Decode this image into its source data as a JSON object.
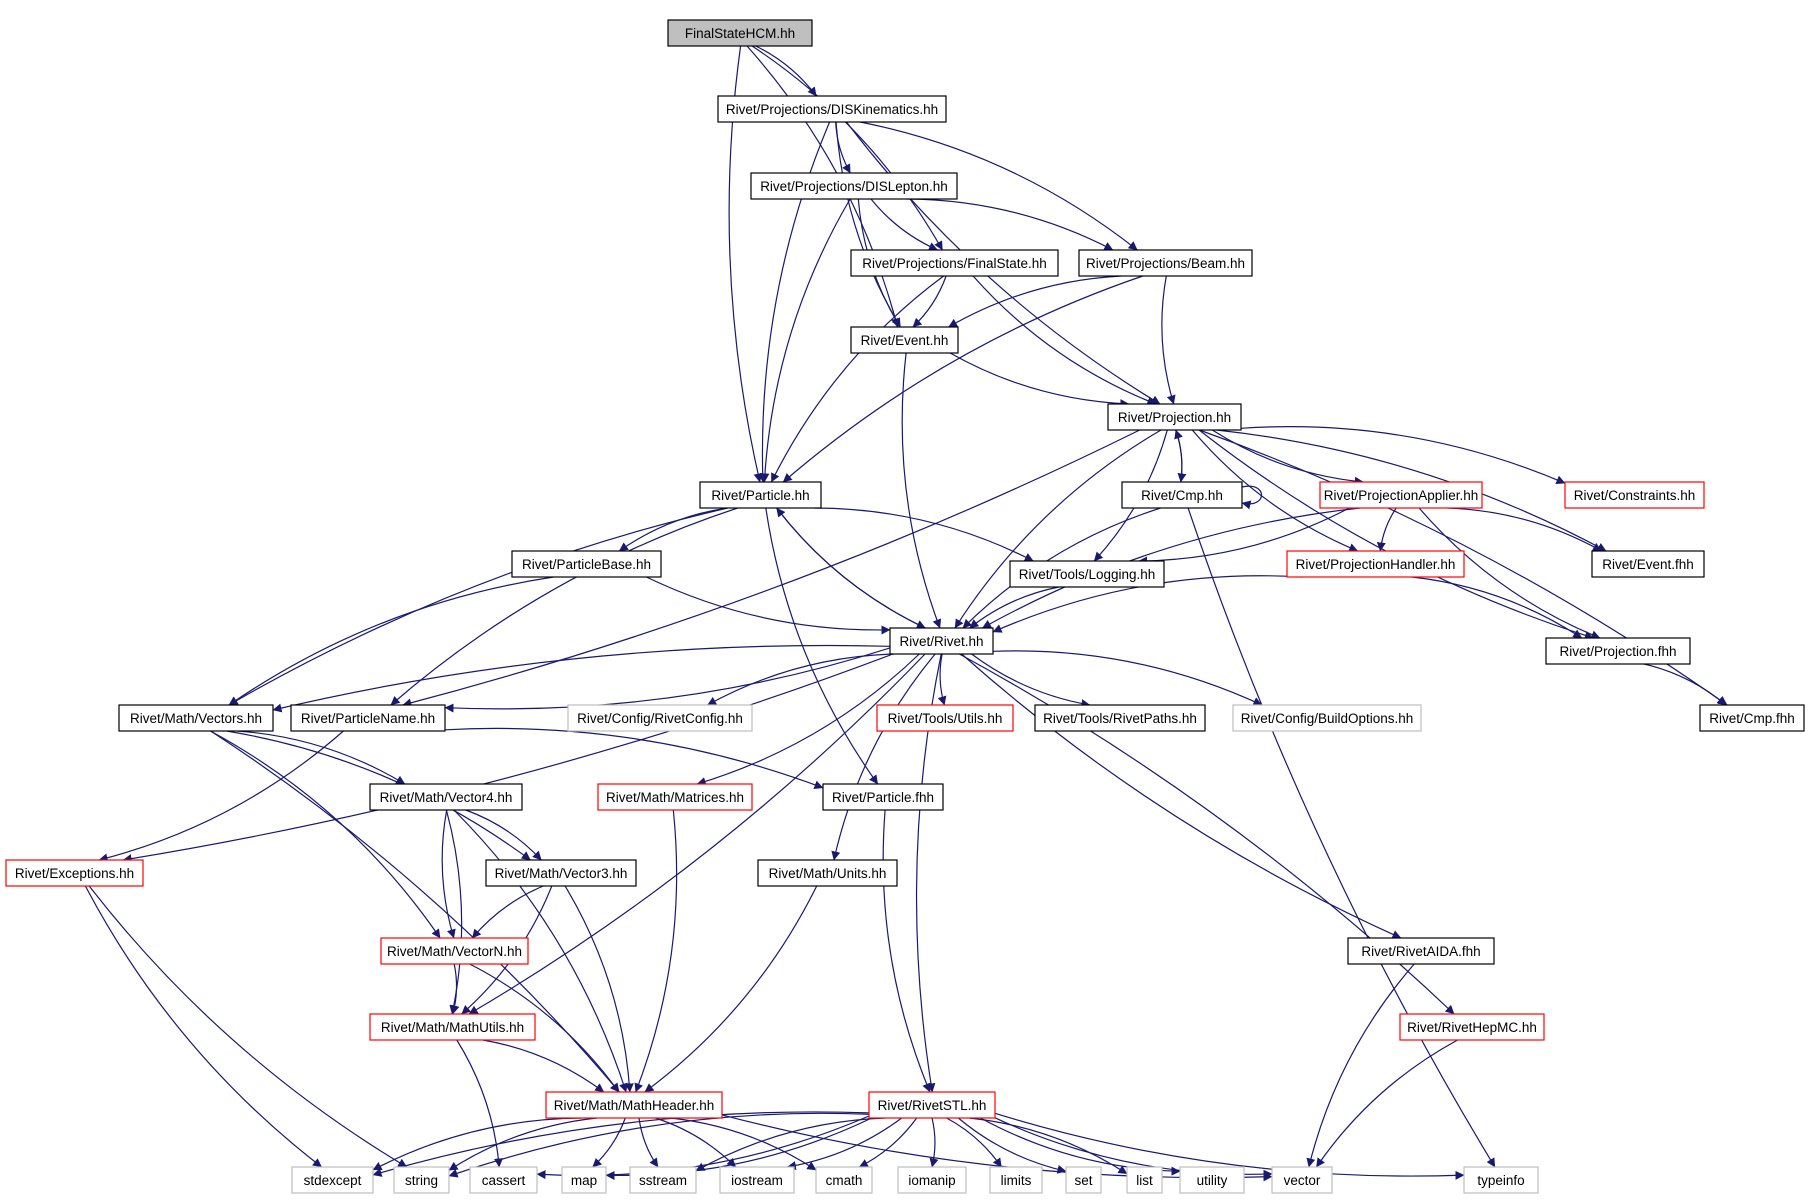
{
  "colors": {
    "edge": "#191970",
    "root_fill": "#bfbfbf",
    "border_default": "#000000",
    "border_red": "#ff0000",
    "border_gray": "#bfbfbf"
  },
  "nodes": {
    "fshcm": {
      "label": "FinalStateHCM.hh",
      "style": "root"
    },
    "dis": {
      "label": "Rivet/Projections/DISKinematics.hh",
      "style": "black"
    },
    "disl": {
      "label": "Rivet/Projections/DISLepton.hh",
      "style": "black"
    },
    "fs": {
      "label": "Rivet/Projections/FinalState.hh",
      "style": "black"
    },
    "beam": {
      "label": "Rivet/Projections/Beam.hh",
      "style": "black"
    },
    "event": {
      "label": "Rivet/Event.hh",
      "style": "black"
    },
    "proj": {
      "label": "Rivet/Projection.hh",
      "style": "black"
    },
    "particle": {
      "label": "Rivet/Particle.hh",
      "style": "black"
    },
    "cmp": {
      "label": "Rivet/Cmp.hh",
      "style": "black"
    },
    "projapp": {
      "label": "Rivet/ProjectionApplier.hh",
      "style": "red"
    },
    "constraints": {
      "label": "Rivet/Constraints.hh",
      "style": "red"
    },
    "pbase": {
      "label": "Rivet/ParticleBase.hh",
      "style": "black"
    },
    "logging": {
      "label": "Rivet/Tools/Logging.hh",
      "style": "black"
    },
    "projhandler": {
      "label": "Rivet/ProjectionHandler.hh",
      "style": "red"
    },
    "eventfhh": {
      "label": "Rivet/Event.fhh",
      "style": "black"
    },
    "rivet": {
      "label": "Rivet/Rivet.hh",
      "style": "black"
    },
    "projfhh": {
      "label": "Rivet/Projection.fhh",
      "style": "black"
    },
    "vectors": {
      "label": "Rivet/Math/Vectors.hh",
      "style": "black"
    },
    "pname": {
      "label": "Rivet/ParticleName.hh",
      "style": "black"
    },
    "rivetconfig": {
      "label": "Rivet/Config/RivetConfig.hh",
      "style": "gray"
    },
    "utils": {
      "label": "Rivet/Tools/Utils.hh",
      "style": "red"
    },
    "rivetpaths": {
      "label": "Rivet/Tools/RivetPaths.hh",
      "style": "black"
    },
    "buildopts": {
      "label": "Rivet/Config/BuildOptions.hh",
      "style": "gray"
    },
    "cmpfhh": {
      "label": "Rivet/Cmp.fhh",
      "style": "black"
    },
    "vector4": {
      "label": "Rivet/Math/Vector4.hh",
      "style": "black"
    },
    "matrices": {
      "label": "Rivet/Math/Matrices.hh",
      "style": "red"
    },
    "particlefhh": {
      "label": "Rivet/Particle.fhh",
      "style": "black"
    },
    "exceptions": {
      "label": "Rivet/Exceptions.hh",
      "style": "red"
    },
    "vector3": {
      "label": "Rivet/Math/Vector3.hh",
      "style": "black"
    },
    "units": {
      "label": "Rivet/Math/Units.hh",
      "style": "black"
    },
    "vectorn": {
      "label": "Rivet/Math/VectorN.hh",
      "style": "red"
    },
    "rivetaida": {
      "label": "Rivet/RivetAIDA.fhh",
      "style": "black"
    },
    "mathutils": {
      "label": "Rivet/Math/MathUtils.hh",
      "style": "red"
    },
    "hepmc": {
      "label": "Rivet/RivetHepMC.hh",
      "style": "red"
    },
    "mathheader": {
      "label": "Rivet/Math/MathHeader.hh",
      "style": "red"
    },
    "rivetstl": {
      "label": "Rivet/RivetSTL.hh",
      "style": "red"
    },
    "stdexcept": {
      "label": "stdexcept",
      "style": "gray"
    },
    "string": {
      "label": "string",
      "style": "gray"
    },
    "cassert": {
      "label": "cassert",
      "style": "gray"
    },
    "map": {
      "label": "map",
      "style": "gray"
    },
    "sstream": {
      "label": "sstream",
      "style": "gray"
    },
    "iostream": {
      "label": "iostream",
      "style": "gray"
    },
    "cmath": {
      "label": "cmath",
      "style": "gray"
    },
    "iomanip": {
      "label": "iomanip",
      "style": "gray"
    },
    "limits": {
      "label": "limits",
      "style": "gray"
    },
    "set": {
      "label": "set",
      "style": "gray"
    },
    "list": {
      "label": "list",
      "style": "gray"
    },
    "utility": {
      "label": "utility",
      "style": "gray"
    },
    "vector": {
      "label": "vector",
      "style": "gray"
    },
    "typeinfo": {
      "label": "typeinfo",
      "style": "gray"
    }
  },
  "edges": [
    [
      "fshcm",
      "dis"
    ],
    [
      "fshcm",
      "fs"
    ],
    [
      "fshcm",
      "event"
    ],
    [
      "fshcm",
      "particle"
    ],
    [
      "dis",
      "disl"
    ],
    [
      "dis",
      "beam"
    ],
    [
      "dis",
      "event"
    ],
    [
      "dis",
      "proj"
    ],
    [
      "dis",
      "particle"
    ],
    [
      "disl",
      "fs"
    ],
    [
      "disl",
      "beam"
    ],
    [
      "disl",
      "event"
    ],
    [
      "disl",
      "particle"
    ],
    [
      "fs",
      "event"
    ],
    [
      "fs",
      "proj"
    ],
    [
      "fs",
      "particle"
    ],
    [
      "beam",
      "event"
    ],
    [
      "beam",
      "proj"
    ],
    [
      "beam",
      "particle"
    ],
    [
      "event",
      "proj"
    ],
    [
      "event",
      "rivet"
    ],
    [
      "proj",
      "cmp"
    ],
    [
      "proj",
      "projapp"
    ],
    [
      "proj",
      "constraints"
    ],
    [
      "proj",
      "logging"
    ],
    [
      "proj",
      "projhandler"
    ],
    [
      "proj",
      "eventfhh"
    ],
    [
      "proj",
      "projfhh"
    ],
    [
      "proj",
      "cmpfhh"
    ],
    [
      "proj",
      "rivet"
    ],
    [
      "proj",
      "pname"
    ],
    [
      "cmp",
      "proj"
    ],
    [
      "cmp",
      "cmp"
    ],
    [
      "cmp",
      "rivet"
    ],
    [
      "cmp",
      "typeinfo"
    ],
    [
      "projapp",
      "logging"
    ],
    [
      "projapp",
      "projhandler"
    ],
    [
      "projapp",
      "eventfhh"
    ],
    [
      "projapp",
      "projfhh"
    ],
    [
      "projapp",
      "rivet"
    ],
    [
      "projhandler",
      "rivet"
    ],
    [
      "projhandler",
      "projfhh"
    ],
    [
      "projfhh",
      "cmpfhh"
    ],
    [
      "particle",
      "pbase"
    ],
    [
      "particle",
      "logging"
    ],
    [
      "particle",
      "rivet"
    ],
    [
      "particle",
      "vectors"
    ],
    [
      "particle",
      "pname"
    ],
    [
      "particle",
      "particlefhh"
    ],
    [
      "pbase",
      "rivet"
    ],
    [
      "pbase",
      "vectors"
    ],
    [
      "logging",
      "rivet"
    ],
    [
      "rivet",
      "particle"
    ],
    [
      "rivet",
      "vectors"
    ],
    [
      "rivet",
      "pname"
    ],
    [
      "rivet",
      "rivetconfig"
    ],
    [
      "rivet",
      "utils"
    ],
    [
      "rivet",
      "rivetpaths"
    ],
    [
      "rivet",
      "buildopts"
    ],
    [
      "rivet",
      "matrices"
    ],
    [
      "rivet",
      "units"
    ],
    [
      "rivet",
      "rivetstl"
    ],
    [
      "rivet",
      "exceptions"
    ],
    [
      "rivet",
      "mathutils"
    ],
    [
      "rivet",
      "rivetaida"
    ],
    [
      "rivet",
      "hepmc"
    ],
    [
      "vectors",
      "vector4"
    ],
    [
      "vectors",
      "vector3"
    ],
    [
      "vectors",
      "vectorn"
    ],
    [
      "vectors",
      "mathheader"
    ],
    [
      "pname",
      "exceptions"
    ],
    [
      "pname",
      "particlefhh"
    ],
    [
      "vector4",
      "vector3"
    ],
    [
      "vector4",
      "vectorn"
    ],
    [
      "vector4",
      "mathutils"
    ],
    [
      "vector4",
      "mathheader"
    ],
    [
      "vector3",
      "vectorn"
    ],
    [
      "vector3",
      "mathutils"
    ],
    [
      "vector3",
      "mathheader"
    ],
    [
      "vectorn",
      "mathutils"
    ],
    [
      "vectorn",
      "mathheader"
    ],
    [
      "mathutils",
      "mathheader"
    ],
    [
      "mathutils",
      "cassert"
    ],
    [
      "matrices",
      "mathheader"
    ],
    [
      "units",
      "mathheader"
    ],
    [
      "particlefhh",
      "rivetstl"
    ],
    [
      "exceptions",
      "stdexcept"
    ],
    [
      "exceptions",
      "string"
    ],
    [
      "rivetaida",
      "vector"
    ],
    [
      "hepmc",
      "vector"
    ],
    [
      "mathheader",
      "stdexcept"
    ],
    [
      "mathheader",
      "string"
    ],
    [
      "mathheader",
      "map"
    ],
    [
      "mathheader",
      "sstream"
    ],
    [
      "mathheader",
      "iostream"
    ],
    [
      "mathheader",
      "cmath"
    ],
    [
      "mathheader",
      "vector"
    ],
    [
      "rivetstl",
      "stdexcept"
    ],
    [
      "rivetstl",
      "string"
    ],
    [
      "rivetstl",
      "cassert"
    ],
    [
      "rivetstl",
      "map"
    ],
    [
      "rivetstl",
      "sstream"
    ],
    [
      "rivetstl",
      "iostream"
    ],
    [
      "rivetstl",
      "cmath"
    ],
    [
      "rivetstl",
      "iomanip"
    ],
    [
      "rivetstl",
      "limits"
    ],
    [
      "rivetstl",
      "set"
    ],
    [
      "rivetstl",
      "list"
    ],
    [
      "rivetstl",
      "utility"
    ],
    [
      "rivetstl",
      "vector"
    ],
    [
      "rivetstl",
      "typeinfo"
    ]
  ]
}
